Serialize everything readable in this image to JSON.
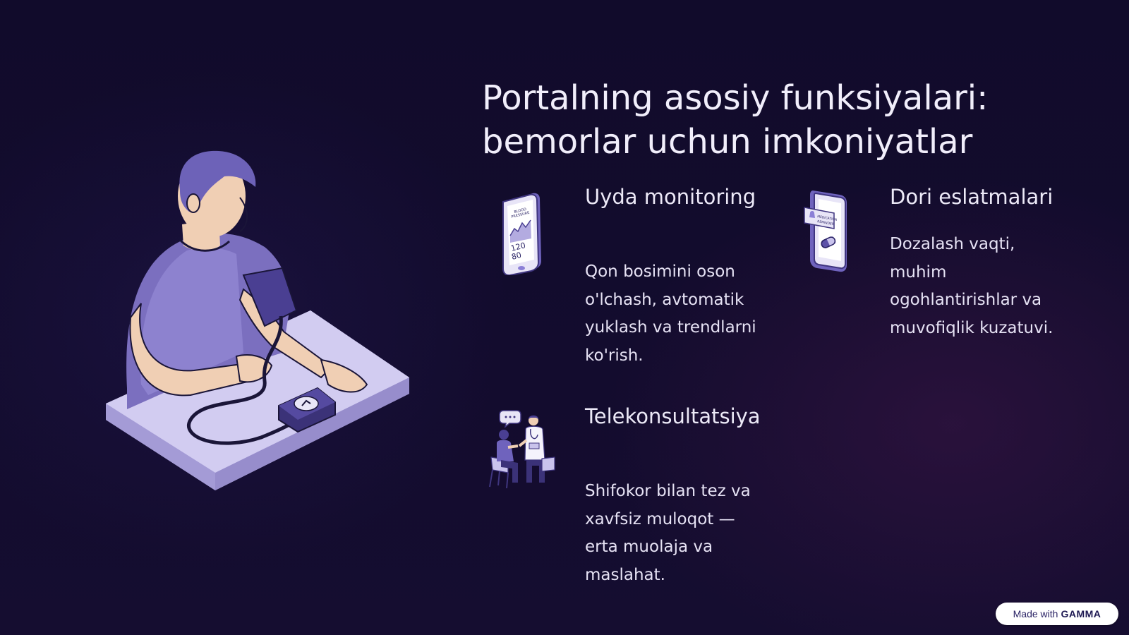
{
  "title": {
    "line1": "Portalning asosiy funksiyalari:",
    "line2": "bemorlar uchun imkoniyatlar"
  },
  "features": [
    {
      "title": "Uyda monitoring",
      "description": "Qon bosimini oson o'lchash, avtomatik yuklash va trendlarni ko'rish.",
      "icon": "phone-blood-pressure-icon",
      "icon_text": {
        "top": "BLOOD",
        "bottom": "PRESSURE",
        "systolic": "120",
        "diastolic": "80"
      }
    },
    {
      "title": "Dori eslatmalari",
      "description": "Dozalash vaqti, muhim ogohlantirishlar va muvofiqlik kuzatuvi.",
      "icon": "phone-medication-reminder-icon",
      "icon_text": {
        "top": "MEDICATION",
        "bottom": "REMINDER"
      }
    },
    {
      "title": "Telekonsultatsiya",
      "description": "Shifokor bilan tez va xavfsiz muloqot — erta muolaja va maslahat.",
      "icon": "doctor-consultation-icon"
    }
  ],
  "illustration": {
    "icon": "patient-measuring-blood-pressure-illustration"
  },
  "badge": {
    "prefix": "Made with",
    "brand": "GAMMA"
  },
  "colors": {
    "background": "#120c2c",
    "accent_purple": "#8b7fd6",
    "light_purple": "#c9c3ec",
    "text": "#ece9f7"
  }
}
